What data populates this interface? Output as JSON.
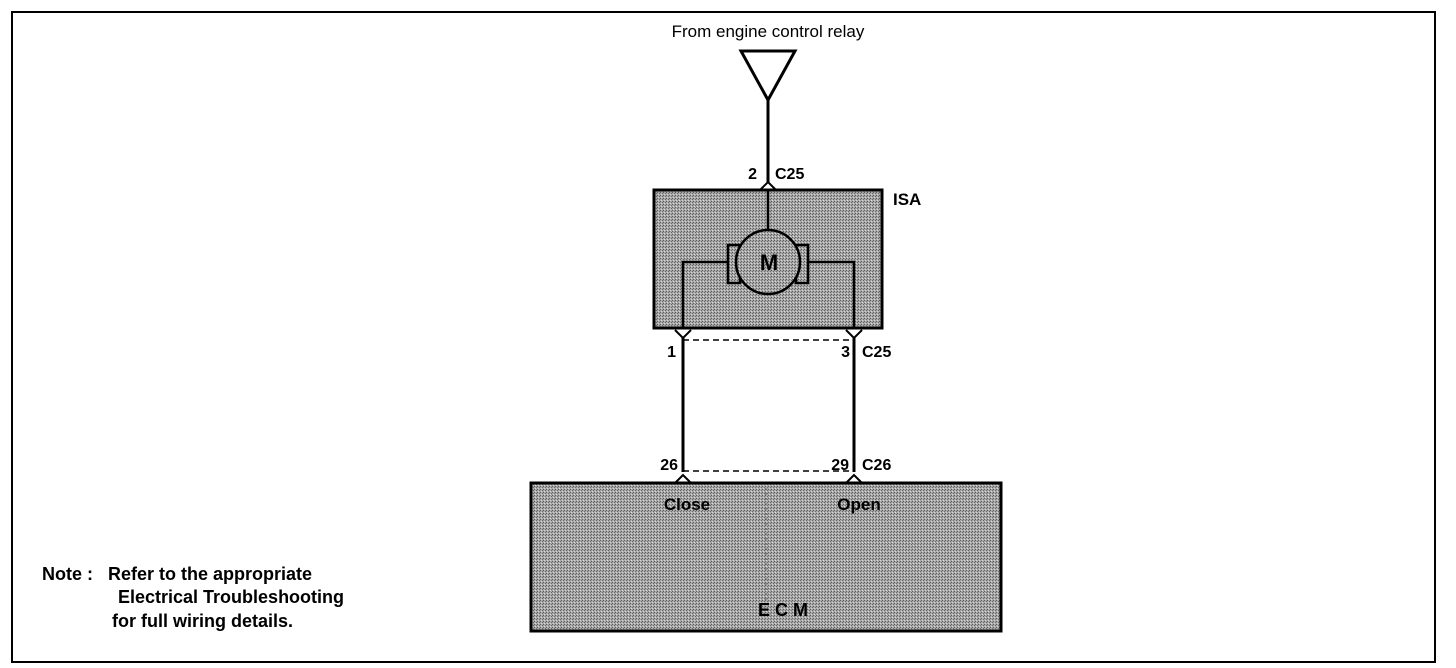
{
  "source_label": "From engine control relay",
  "isa": {
    "label": "ISA",
    "motor_label": "M",
    "pin_top": "2",
    "connector_top": "C25",
    "pin_left": "1",
    "pin_right": "3",
    "connector_bottom": "C25"
  },
  "ecm": {
    "label": "E C M",
    "pin_left": "26",
    "pin_right": "29",
    "connector": "C26",
    "terminal_left": "Close",
    "terminal_right": "Open"
  },
  "note": {
    "prefix": "Note :",
    "line1": "Refer to the appropriate",
    "line2": "Electrical Troubleshooting",
    "line3": "for full wiring details."
  },
  "colors": {
    "ink": "#000000",
    "component_fill": "#9a9a9a",
    "background": "#ffffff"
  }
}
